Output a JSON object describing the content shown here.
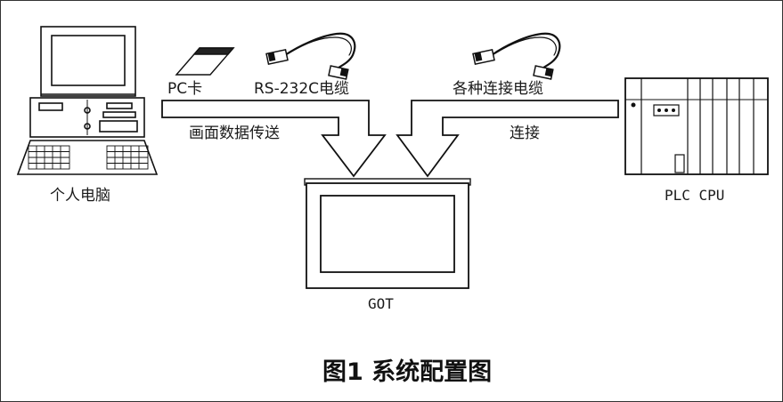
{
  "labels": {
    "pc_card": "PC卡",
    "rs232c_cable": "RS-232C电缆",
    "various_cables": "各种连接电缆",
    "screen_transfer": "画面数据传送",
    "connect": "连接",
    "personal_computer": "个人电脑",
    "got": "GOT",
    "plc_cpu": "PLC CPU"
  },
  "caption": "图1  系统配置图"
}
